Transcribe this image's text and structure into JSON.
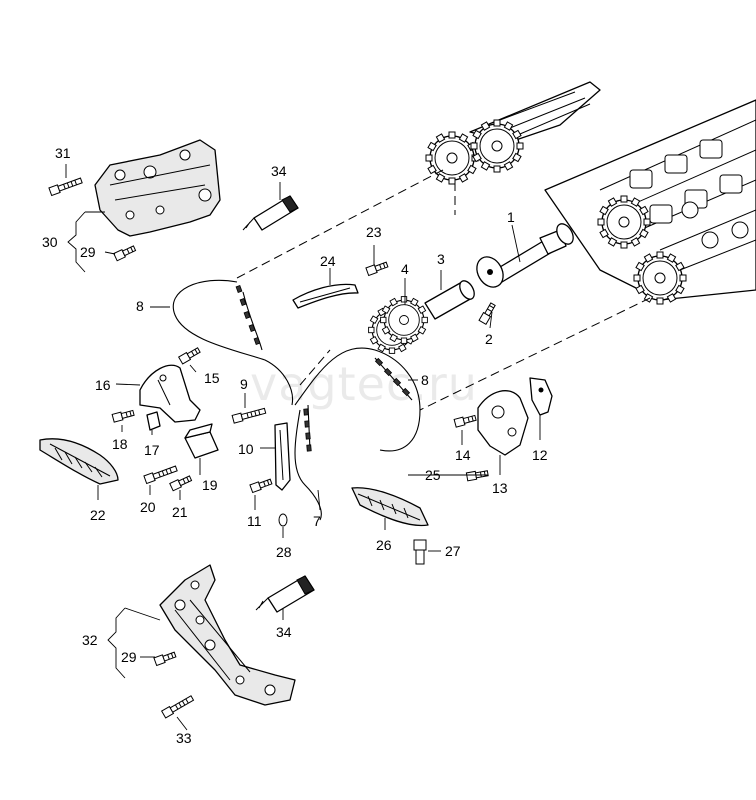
{
  "watermark": "vagtec.ru",
  "callouts": {
    "c1": "1",
    "c2": "2",
    "c3": "3",
    "c4": "4",
    "c7": "7",
    "c8a": "8",
    "c8b": "8",
    "c9": "9",
    "c10": "10",
    "c11": "11",
    "c12": "12",
    "c13": "13",
    "c14": "14",
    "c15": "15",
    "c16": "16",
    "c17": "17",
    "c18": "18",
    "c19": "19",
    "c20": "20",
    "c21": "21",
    "c22": "22",
    "c23": "23",
    "c24": "24",
    "c25": "25",
    "c26": "26",
    "c27": "27",
    "c28": "28",
    "c29a": "29",
    "c29b": "29",
    "c30": "30",
    "c31": "31",
    "c32": "32",
    "c33": "33",
    "c34a": "34",
    "c34b": "34"
  }
}
